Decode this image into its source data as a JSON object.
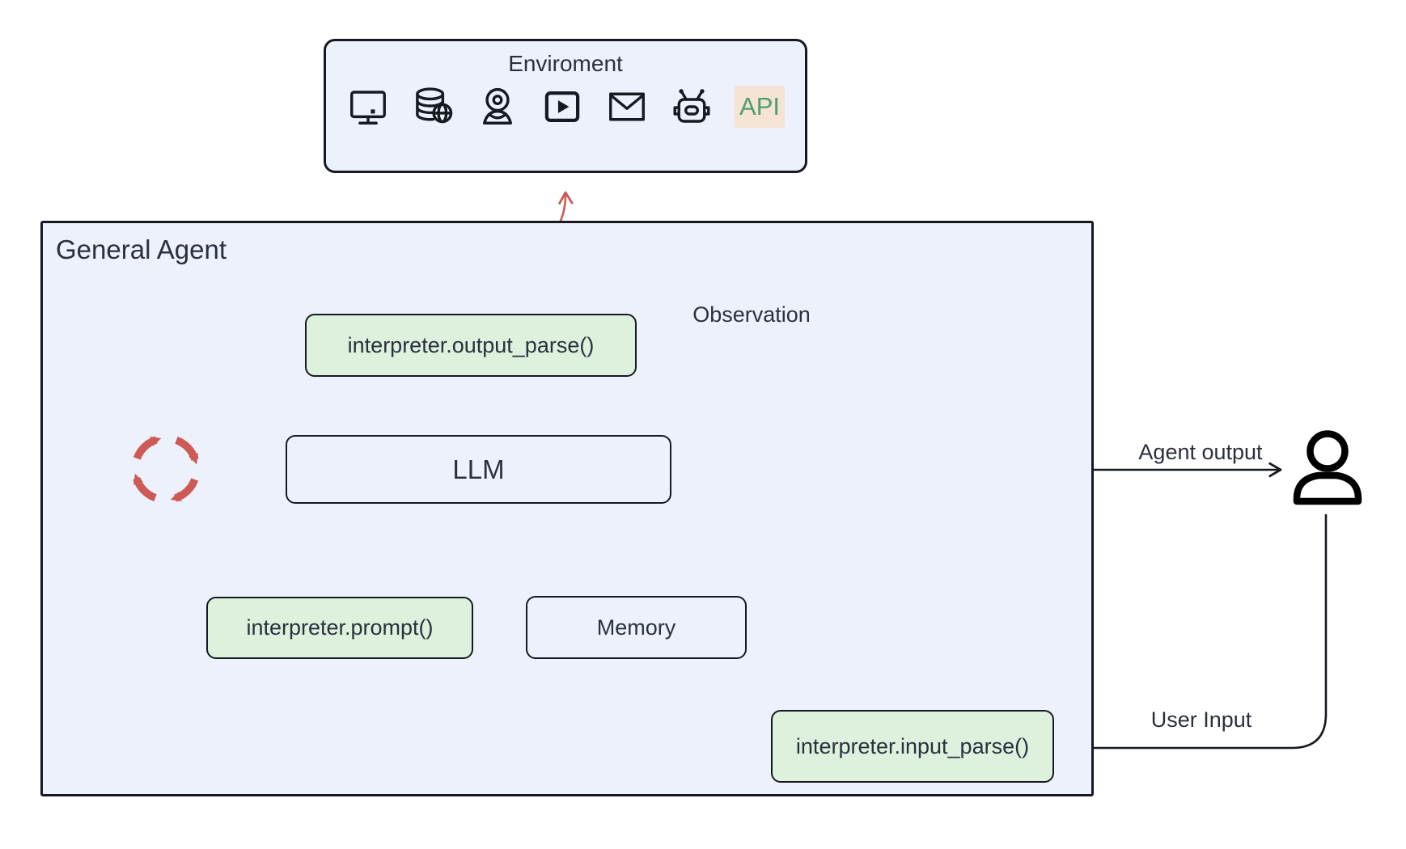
{
  "colors": {
    "panel_fill": "#edf1fb",
    "green_fill": "#ddf1dd",
    "red": "#cd5a55",
    "ink": "#161a20",
    "text": "#2a313d",
    "api_green": "#4f9e6b",
    "api_bg": "#f5e4d3"
  },
  "environment": {
    "title": "Enviroment",
    "icons": [
      "monitor",
      "database-globe",
      "webcam",
      "video-player",
      "email",
      "robot"
    ],
    "api_label": "API"
  },
  "agent": {
    "title": "General Agent",
    "output_parse_label": "interpreter.output_parse()",
    "llm_label": "LLM",
    "prompt_label": "interpreter.prompt()",
    "memory_label": "Memory",
    "input_parse_label": "interpreter.input_parse()"
  },
  "edges": {
    "observation_label": "Observation",
    "agent_output_label": "Agent output",
    "user_input_label": "User Input"
  }
}
